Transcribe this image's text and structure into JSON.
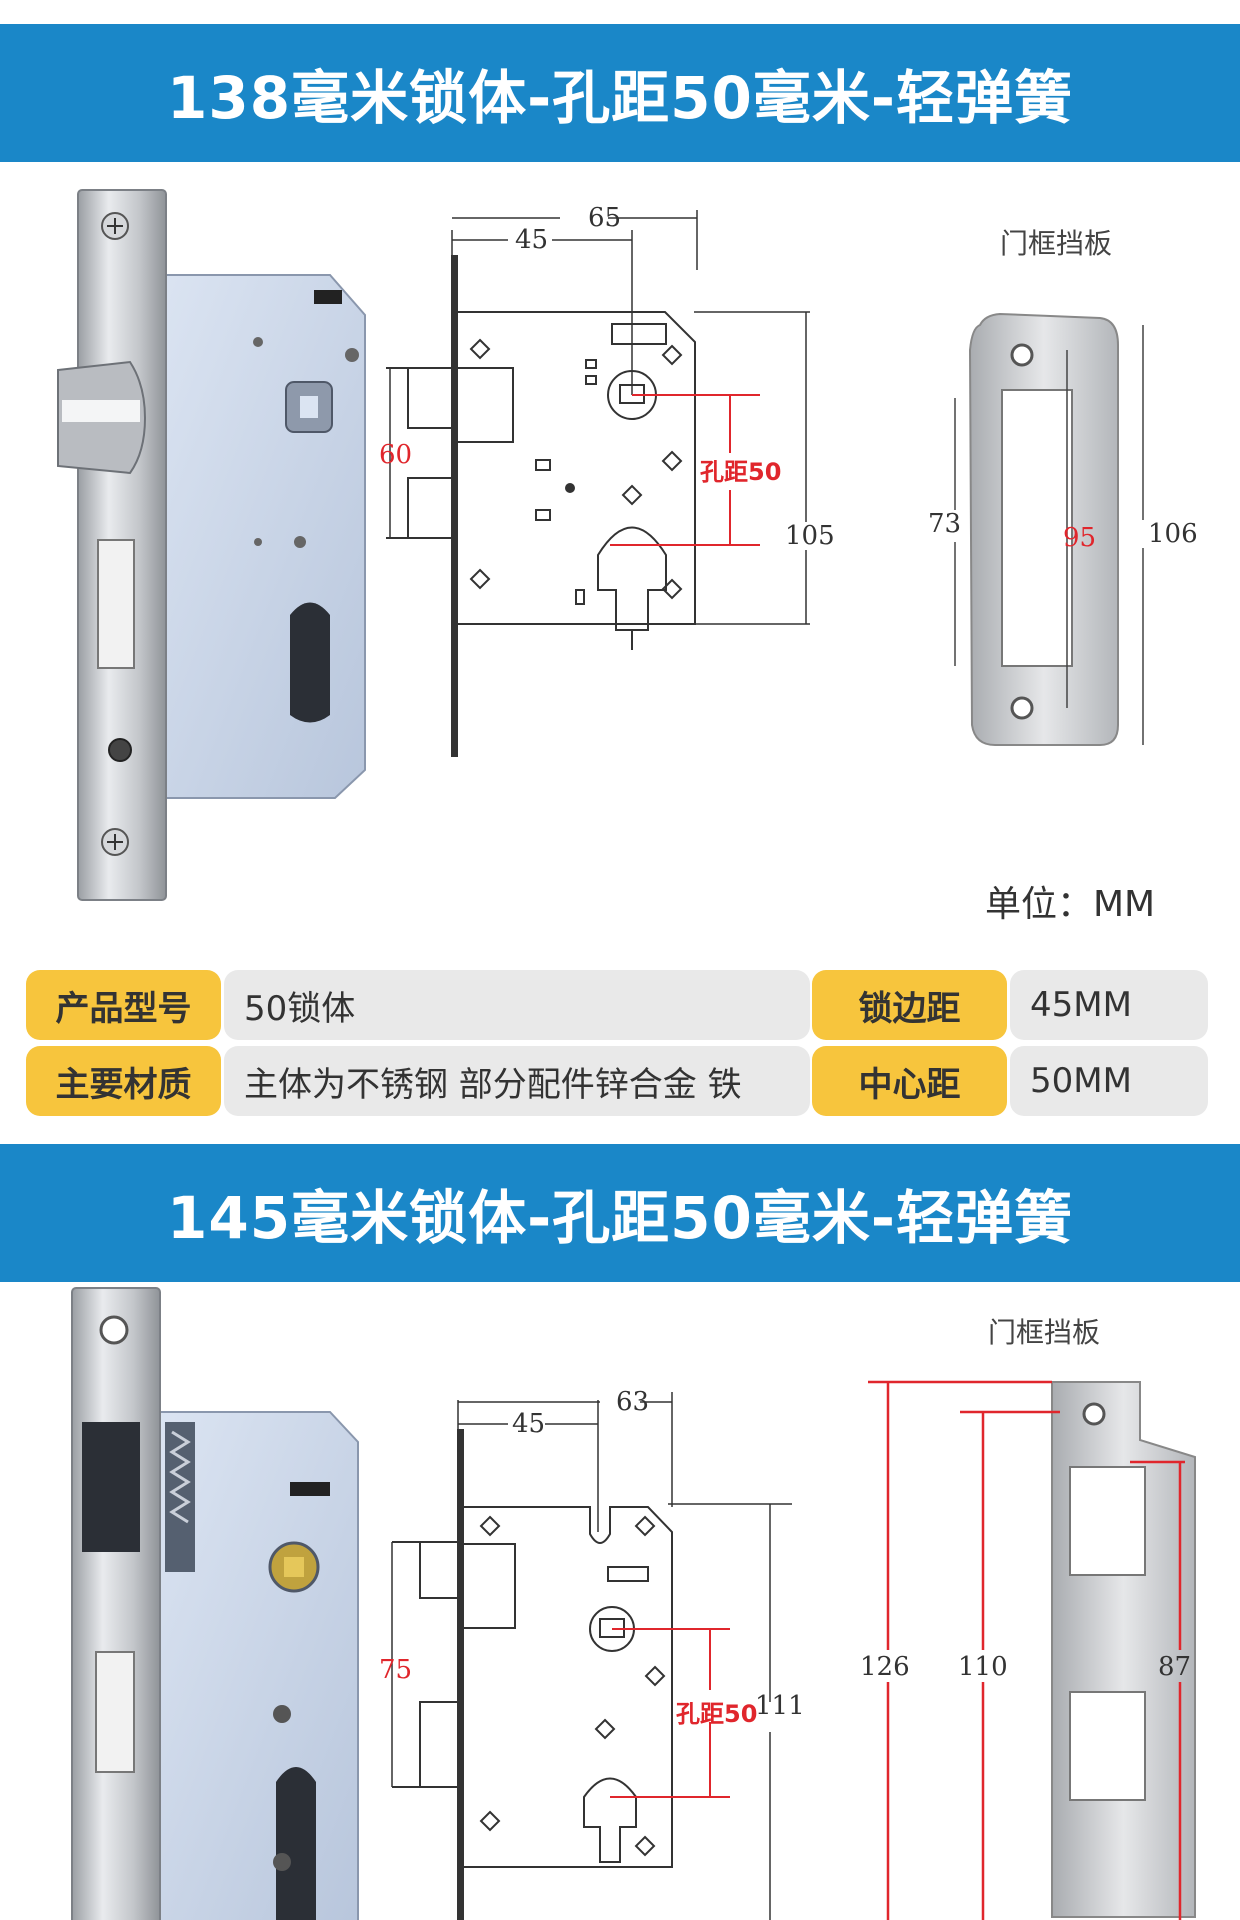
{
  "section1": {
    "title": "138毫米锁体-孔距50毫米-轻弹簧",
    "strike_plate_label": "门框挡板",
    "unit": "单位：MM",
    "dims": {
      "d65": "65",
      "d45": "45",
      "d60": "60",
      "d105": "105",
      "hole_distance": "孔距50",
      "d73": "73",
      "d95": "95",
      "d106": "106"
    },
    "specs": [
      {
        "key": "产品型号",
        "value": "50锁体",
        "key2": "锁边距",
        "value2": "45MM"
      },
      {
        "key": "主要材质",
        "value": "主体为不锈钢 部分配件锌合金 铁",
        "key2": "中心距",
        "value2": "50MM"
      }
    ]
  },
  "section2": {
    "title": "145毫米锁体-孔距50毫米-轻弹簧",
    "strike_plate_label": "门框挡板",
    "dims": {
      "d45": "45",
      "d63": "63",
      "d75": "75",
      "hole_distance": "孔距50",
      "d111": "111",
      "d126": "126",
      "d110": "110",
      "d87": "87"
    }
  },
  "colors": {
    "banner": "#1a87c8",
    "spec_key": "#f7c53d",
    "spec_value": "#e9e9e9",
    "dimension_red": "#e0262c"
  }
}
